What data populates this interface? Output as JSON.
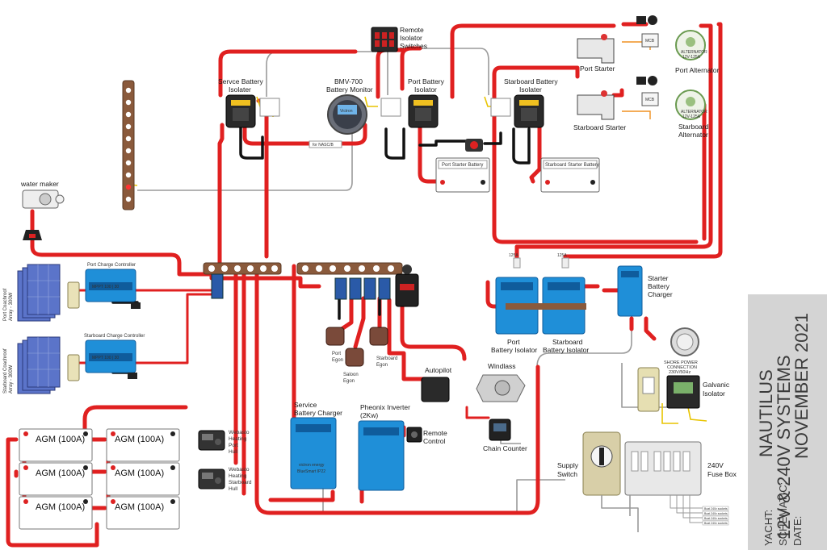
{
  "labels": {
    "remote_isolator": [
      "Remote",
      "Isolator",
      "Switches"
    ],
    "service_isolator": [
      "Servce Battery",
      "Isolater"
    ],
    "bmv": [
      "BMV-700",
      "Battery Monitor"
    ],
    "port_isolator_top": [
      "Port Battery",
      "Isolator"
    ],
    "stbd_isolator_top": [
      "Starboard Battery",
      "Isolater"
    ],
    "port_starter": "Port Starter",
    "stbd_starter": "Starboard Starter",
    "port_alternator": "Port  Alternator",
    "stbd_alternator": [
      "Starboard",
      "Alternator"
    ],
    "alternator_badge": [
      "ALTERNATOR",
      "12V-125A"
    ],
    "port_starter_battery": "Port Starter Battery",
    "stbd_starter_battery": "Starboard Starter Battery",
    "water_maker": "water maker",
    "port_charge_controller": "Port Charge Controller",
    "stbd_charge_controller": "Starboard Charge Controller",
    "port_array": [
      "Port Coachroof",
      "Array - 300W"
    ],
    "stbd_array": [
      "Starboard Coachroof",
      "Array - 300W"
    ],
    "port_batt_isolator": [
      "Port",
      "Battery Isolator"
    ],
    "stbd_batt_isolator": [
      "Starboard",
      "Battery Isolator"
    ],
    "starter_charger": [
      "Starter",
      "Battery",
      "Charger"
    ],
    "port_egon": [
      "Port",
      "Egon"
    ],
    "saloon_egon": [
      "Saloon",
      "Egon"
    ],
    "stbd_egon": [
      "Starboard",
      "Egon"
    ],
    "autopilot": "Autopilot",
    "windlass": "Windlass",
    "chain_counter": "Chain Counter",
    "shore_power": [
      "SHORE POWER",
      "CONNECTION",
      "230V/50Hz"
    ],
    "galvanic": [
      "Galvanic",
      "Isolator"
    ],
    "service_charger": [
      "Service",
      "Battery Charger"
    ],
    "inverter": [
      "Pheonix Inverter",
      "(2Kw)"
    ],
    "remote_control": [
      "Remote",
      "Control"
    ],
    "webasto_port": [
      "Webasto",
      "Heating",
      "Port",
      "Hull"
    ],
    "webasto_stbd": [
      "Webasto",
      "Heating",
      "Starboard",
      "Hull"
    ],
    "supply_switch": [
      "Supply",
      "Switch"
    ],
    "fuse_box": [
      "240V",
      "Fuse Box"
    ],
    "mcb_starter": "MCB",
    "fuse_125a": "125A",
    "bmv_tag": "for NASC/B",
    "bmv_screen": "Victron",
    "charger_brand": "victron energy",
    "charger_model": "BlueSmart IP22",
    "mppt_model": "MPPT 100 | 30",
    "socket_outlets": [
      "Boat 240v sockets",
      "Boat 240v sockets",
      "Boat 240v sockets",
      "Boat 240v sockets"
    ],
    "agm": [
      "AGM (100A)",
      "AGM (100A)",
      "AGM (100A)",
      "AGM (100A)",
      "AGM (100A)",
      "AGM (100A)"
    ]
  },
  "title_block": {
    "yacht_label": "YACHT:",
    "yacht_value": "NAUTILUS",
    "schematic_label": "SCHEMATIC:",
    "schematic_value": "12V & 240V SYSTEMS",
    "date_label": "DATE:",
    "date_value": "NOVEMBER 2021"
  },
  "colors": {
    "positive_cable": "#e02020",
    "negative_cable": "#111111",
    "victron_blue": "#1f8fd8",
    "busbar": "#8a5a3c",
    "panel": "#d4d4d4"
  }
}
